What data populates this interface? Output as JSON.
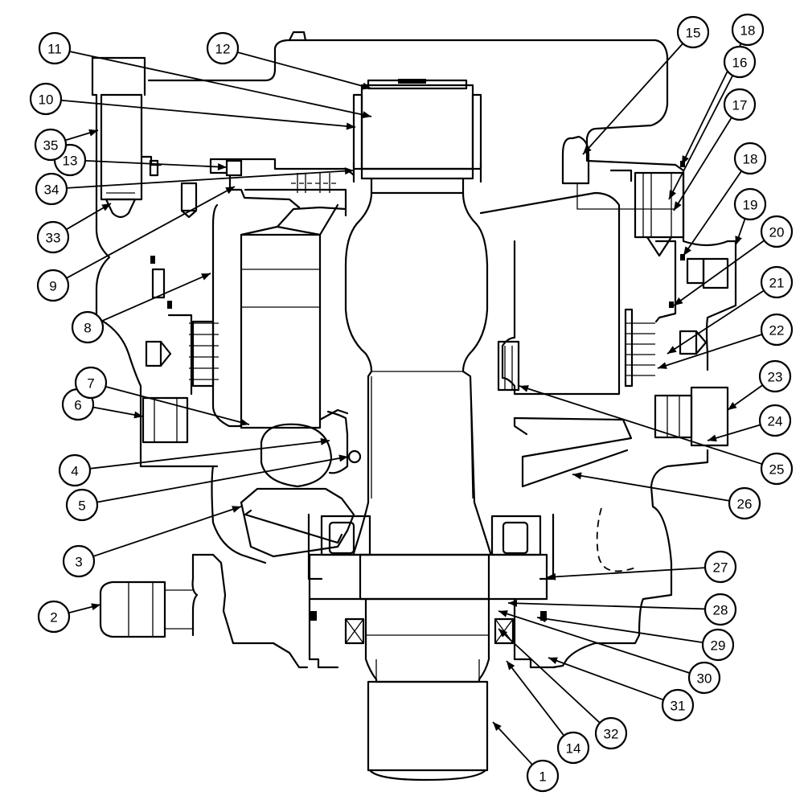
{
  "callouts": [
    {
      "id": "1",
      "label": "1"
    },
    {
      "id": "2",
      "label": "2"
    },
    {
      "id": "3",
      "label": "3"
    },
    {
      "id": "4",
      "label": "4"
    },
    {
      "id": "5",
      "label": "5"
    },
    {
      "id": "6",
      "label": "6"
    },
    {
      "id": "7",
      "label": "7"
    },
    {
      "id": "8",
      "label": "8"
    },
    {
      "id": "9",
      "label": "9"
    },
    {
      "id": "10",
      "label": "10"
    },
    {
      "id": "11",
      "label": "11"
    },
    {
      "id": "12",
      "label": "12"
    },
    {
      "id": "13",
      "label": "13"
    },
    {
      "id": "14",
      "label": "14"
    },
    {
      "id": "15",
      "label": "15"
    },
    {
      "id": "16",
      "label": "16"
    },
    {
      "id": "17",
      "label": "17"
    },
    {
      "id": "18a",
      "label": "18"
    },
    {
      "id": "18b",
      "label": "18"
    },
    {
      "id": "19",
      "label": "19"
    },
    {
      "id": "20",
      "label": "20"
    },
    {
      "id": "21",
      "label": "21"
    },
    {
      "id": "22",
      "label": "22"
    },
    {
      "id": "23",
      "label": "23"
    },
    {
      "id": "24",
      "label": "24"
    },
    {
      "id": "25",
      "label": "25"
    },
    {
      "id": "26",
      "label": "26"
    },
    {
      "id": "27",
      "label": "27"
    },
    {
      "id": "28",
      "label": "28"
    },
    {
      "id": "29",
      "label": "29"
    },
    {
      "id": "30",
      "label": "30"
    },
    {
      "id": "31",
      "label": "31"
    },
    {
      "id": "32",
      "label": "32"
    },
    {
      "id": "33",
      "label": "33"
    },
    {
      "id": "34",
      "label": "34"
    },
    {
      "id": "35",
      "label": "35"
    }
  ]
}
